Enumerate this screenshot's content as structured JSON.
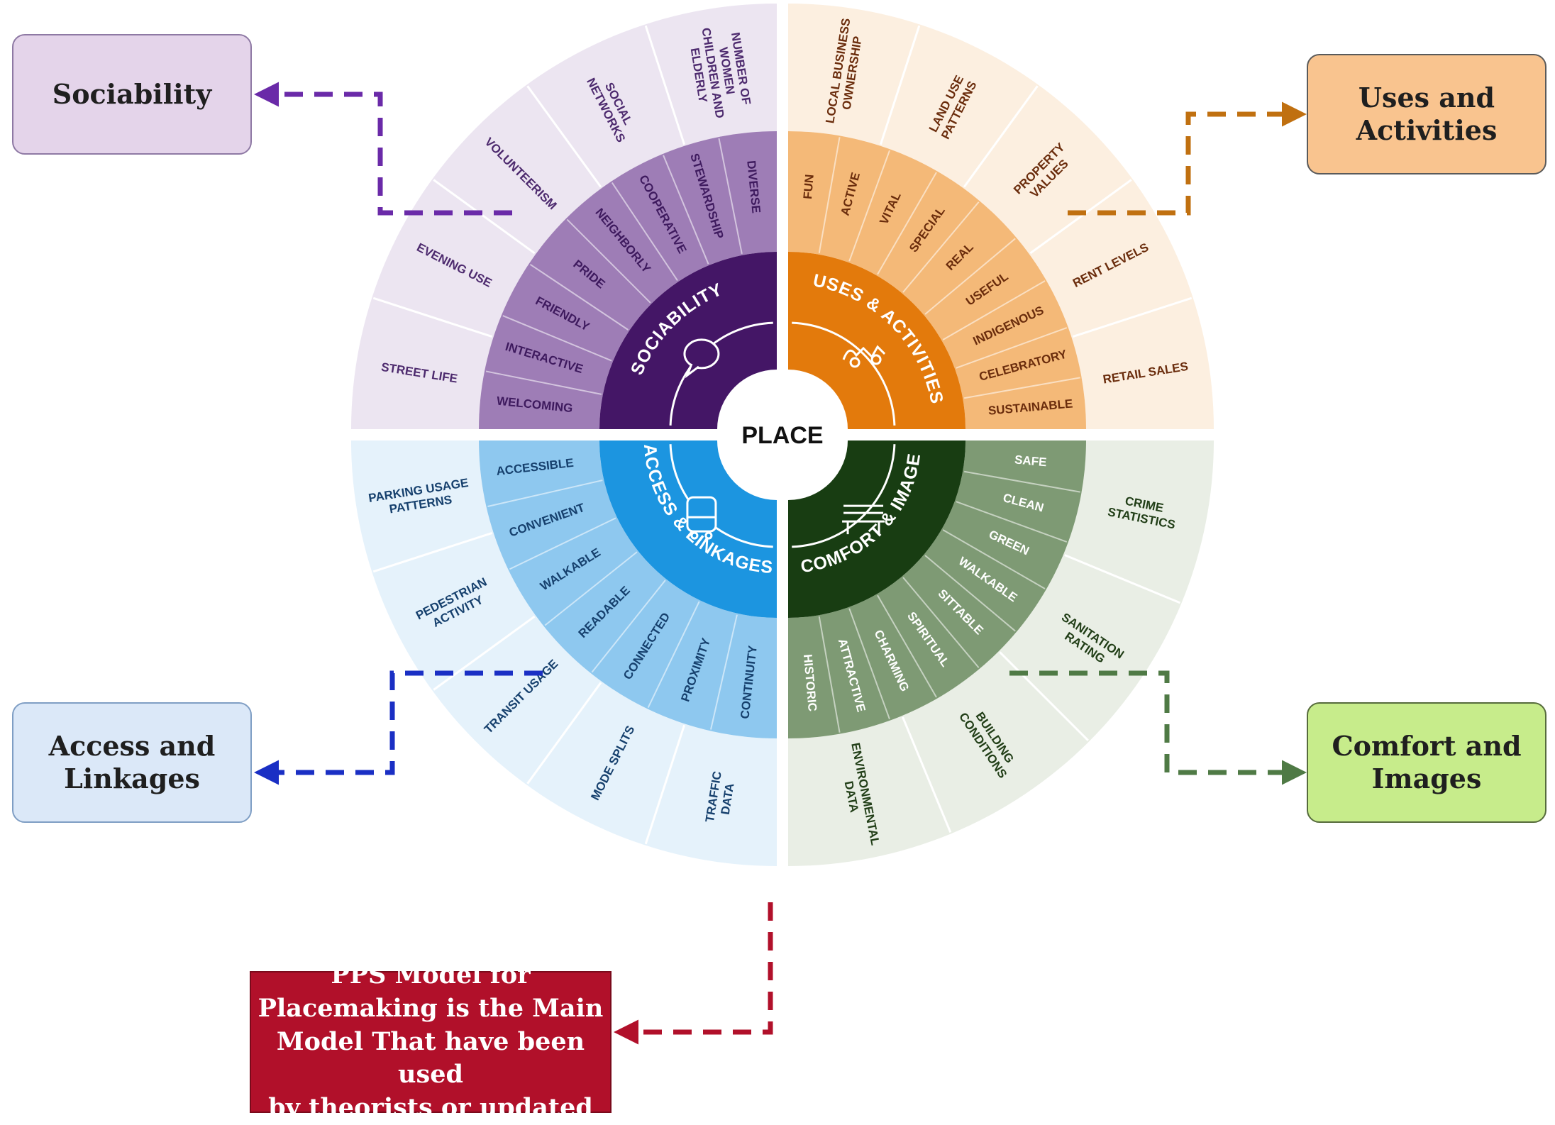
{
  "center_label": "PLACE",
  "quadrants": [
    {
      "id": "sociability",
      "title": "SOCIABILITY",
      "colors": {
        "dark": "#441666",
        "mid": "#9e7db6",
        "light": "#ece5f1",
        "text_mid": "#3e1a5e",
        "text_light": "#4d2a6e"
      },
      "icon": "speech-bubble-icon",
      "attributes": [
        "WELCOMING",
        "INTERACTIVE",
        "FRIENDLY",
        "PRIDE",
        "NEIGHBORLY",
        "COOPERATIVE",
        "STEWARDSHIP",
        "DIVERSE"
      ],
      "measurements": [
        "STREET LIFE",
        "EVENING USE",
        "VOLUNTEERISM",
        "SOCIAL\nNETWORKS",
        "NUMBER OF\nWOMEN\nCHILDREN AND\nELDERLY"
      ]
    },
    {
      "id": "uses",
      "title": "USES & ACTIVITIES",
      "colors": {
        "dark": "#e37a0c",
        "mid": "#f4b978",
        "light": "#fcefe0",
        "text_mid": "#6a2c0c",
        "text_light": "#6a2c0c"
      },
      "icon": "activity-icon",
      "attributes": [
        "FUN",
        "ACTIVE",
        "VITAL",
        "SPECIAL",
        "REAL",
        "USEFUL",
        "INDIGENOUS",
        "CELEBRATORY",
        "SUSTAINABLE"
      ],
      "measurements": [
        "LOCAL BUSINESS\nOWNERSHIP",
        "LAND USE\nPATTERNS",
        "PROPERTY\nVALUES",
        "RENT LEVELS",
        "RETAIL SALES"
      ]
    },
    {
      "id": "access",
      "title": "ACCESS & LINKAGES",
      "colors": {
        "dark": "#1c95e0",
        "mid": "#8ec8ef",
        "light": "#e5f2fb",
        "text_mid": "#16406d",
        "text_light": "#16406d"
      },
      "icon": "bus-icon",
      "attributes": [
        "CONTINUITY",
        "PROXIMITY",
        "CONNECTED",
        "READABLE",
        "WALKABLE",
        "CONVENIENT",
        "ACCESSIBLE"
      ],
      "measurements": [
        "TRAFFIC\nDATA",
        "MODE SPLITS",
        "TRANSIT USAGE",
        "PEDESTRIAN\nACTIVITY",
        "PARKING USAGE\nPATTERNS"
      ]
    },
    {
      "id": "comfort",
      "title": "COMFORT & IMAGE",
      "colors": {
        "dark": "#183d12",
        "mid": "#7e9a74",
        "light": "#e9eee5",
        "text_mid": "#ffffff",
        "text_light": "#213e17"
      },
      "icon": "bench-icon",
      "attributes": [
        "SAFE",
        "CLEAN",
        "GREEN",
        "WALKABLE",
        "SITTABLE",
        "SPIRITUAL",
        "CHARMING",
        "ATTRACTIVE",
        "HISTORIC"
      ],
      "measurements": [
        "CRIME\nSTATISTICS",
        "SANITATION\nRATING",
        "BUILDING\nCONDITIONS",
        "ENVIRONMENTAL\nDATA"
      ]
    }
  ],
  "callouts": {
    "sociability": {
      "label": "Sociability",
      "arrow_color": "#6a2aa8"
    },
    "uses": {
      "label": "Uses and\nActivities",
      "arrow_color": "#c07010"
    },
    "access": {
      "label": "Access and\nLinkages",
      "arrow_color": "#1a2fc4"
    },
    "comfort": {
      "label": "Comfort and\nImages",
      "arrow_color": "#4f7a45"
    },
    "pps": {
      "label": "PPS Model for\nPlacemaking is the Main\nModel That have been used\nby theorists or updated",
      "arrow_color": "#b1102a"
    }
  }
}
